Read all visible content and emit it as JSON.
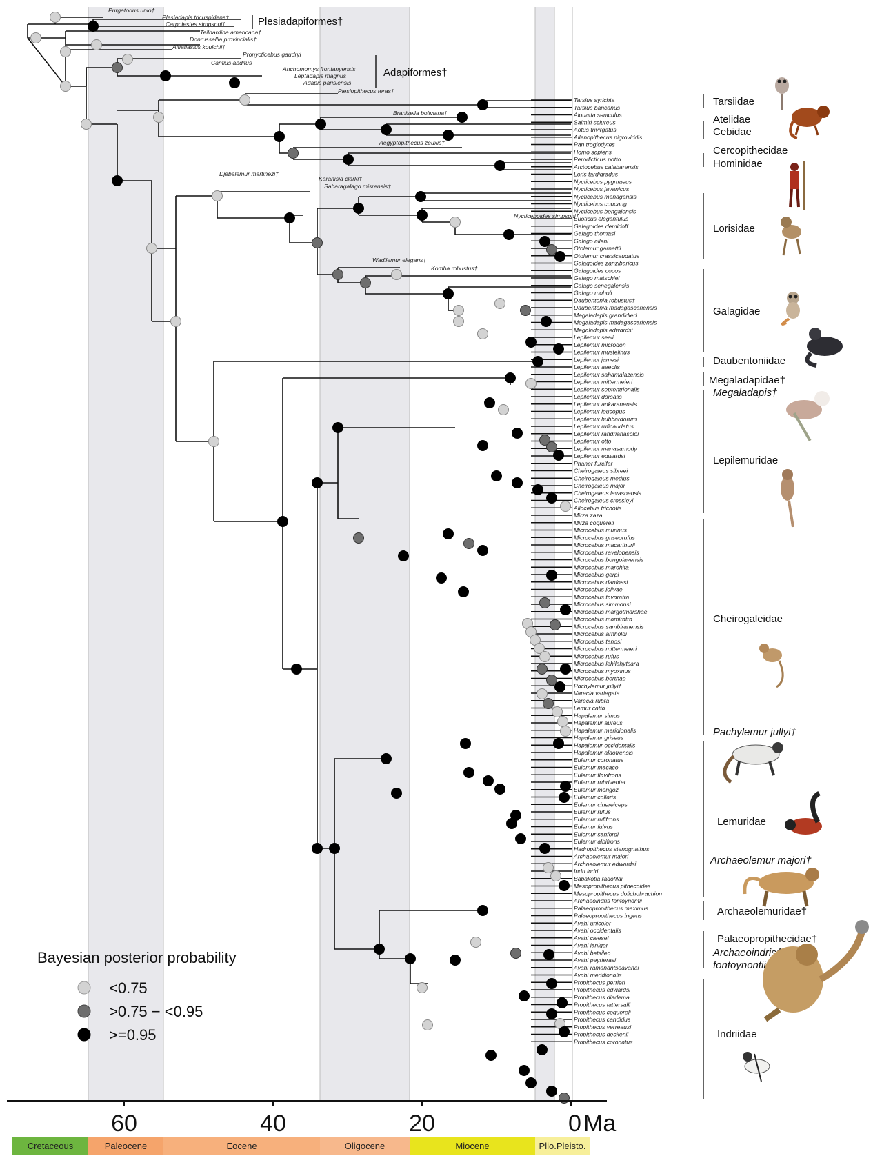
{
  "legend": {
    "title": "Bayesian posterior probability",
    "items": [
      {
        "label": "<0.75",
        "color": "#d3d3d3"
      },
      {
        "label": ">0.75 − <0.95",
        "color": "#6e6e6e"
      },
      {
        "label": ">=0.95",
        "color": "#000000"
      }
    ]
  },
  "axis": {
    "ticks": [
      "60",
      "40",
      "20",
      "0"
    ],
    "unit": "Ma"
  },
  "epochs": [
    {
      "name": "Cretaceous",
      "color": "#6db53f"
    },
    {
      "name": "Paleocene",
      "color": "#f5a46b"
    },
    {
      "name": "Eocene",
      "color": "#f7b07c"
    },
    {
      "name": "Oligocene",
      "color": "#f7b88c"
    },
    {
      "name": "Miocene",
      "color": "#e8e41d"
    },
    {
      "name": "Plio.Pleisto.",
      "color": "#f7ef9a"
    }
  ],
  "groups": [
    {
      "label": "Plesiadapiformes†"
    },
    {
      "label": "Adapiformes†"
    }
  ],
  "families": [
    {
      "label": "Tarsiidae",
      "italic": false
    },
    {
      "label": "Atelidae",
      "italic": false
    },
    {
      "label": "Cebidae",
      "italic": false
    },
    {
      "label": "Cercopithecidae",
      "italic": false
    },
    {
      "label": "Hominidae",
      "italic": false
    },
    {
      "label": "Lorisidae",
      "italic": false
    },
    {
      "label": "Galagidae",
      "italic": false
    },
    {
      "label": "Daubentoniidae",
      "italic": false
    },
    {
      "label": "Megaladapidae†",
      "italic": false
    },
    {
      "label": "Megaladapis†",
      "italic": true
    },
    {
      "label": "Lepilemuridae",
      "italic": false
    },
    {
      "label": "Cheirogaleidae",
      "italic": false
    },
    {
      "label": "Pachylemur jullyi†",
      "italic": true
    },
    {
      "label": "Lemuridae",
      "italic": false
    },
    {
      "label": "Archaeolemur majori†",
      "italic": true
    },
    {
      "label": "Archaeolemuridae†",
      "italic": false
    },
    {
      "label": "Palaeopropithecidae†",
      "italic": false
    },
    {
      "label": "Archaeoindris†",
      "italic": true
    },
    {
      "label": "fontoynontii",
      "italic": true
    },
    {
      "label": "Indriidae",
      "italic": false
    }
  ],
  "fossils": [
    "Purgatorius unio†",
    "Plesiadapis tricuspidens†",
    "Carpolestes simpsoni†",
    "Teilhardina americana†",
    "Donrussellia provincialis†",
    "Altiatlasius koulchii†",
    "Pronycticebus gaudryi",
    "Cantius abditus",
    "Anchomomys frontanyensis",
    "Leptadapis magnus",
    "Adapis parisiensis",
    "Plesiopithecus teras†",
    "Branisella boliviana†",
    "Aegyptopithecus zeuxis†",
    "Djebelemur martinezi†",
    "Karanisia clarki†",
    "Saharagalago misrensis†",
    "Nycticeboides simpsoni†",
    "Wadilemur elegans†",
    "Komba robustus†"
  ],
  "taxa": [
    "Tarsius syrichta",
    "Tarsius bancanus",
    "Alouatta seniculus",
    "Saimiri sciureus",
    "Aotus trivirgatus",
    "Allenopithecus nigroviridis",
    "Pan troglodytes",
    "Homo sapiens",
    "Perodicticus potto",
    "Arctocebus calabarensis",
    "Loris tardigradus",
    "Nycticebus pygmaeus",
    "Nycticebus javanicus",
    "Nycticebus menagensis",
    "Nycticebus coucang",
    "Nycticebus bengalensis",
    "Euoticus elegantulus",
    "Galagoides demidoff",
    "Galago thomasi",
    "Galago alleni",
    "Otolemur garnettii",
    "Otolemur crassicaudatus",
    "Galagoides zanzibaricus",
    "Galagoides cocos",
    "Galago matschiei",
    "Galago senegalensis",
    "Galago moholi",
    "Daubentonia robustus†",
    "Daubentonia madagascariensis",
    "Megaladapis grandidieri",
    "Megaladapis madagascariensis",
    "Megaladapis edwardsi",
    "Lepilemur seali",
    "Lepilemur microdon",
    "Lepilemur mustelinus",
    "Lepilemur jamesi",
    "Lepilemur aeeclis",
    "Lepilemur sahamalazensis",
    "Lepilemur mittermeieri",
    "Lepilemur septentrionalis",
    "Lepilemur dorsalis",
    "Lepilemur ankaranensis",
    "Lepilemur leucopus",
    "Lepilemur hubbardorum",
    "Lepilemur ruficaudatus",
    "Lepilemur randrianasoloi",
    "Lepilemur otto",
    "Lepilemur manasamody",
    "Lepilemur edwardsi",
    "Phaner furcifer",
    "Cheirogaleus sibreei",
    "Cheirogaleus medius",
    "Cheirogaleus major",
    "Cheirogaleus lavasoensis",
    "Cheirogaleus crossleyi",
    "Allocebus trichotis",
    "Mirza zaza",
    "Mirza coquereli",
    "Microcebus murinus",
    "Microcebus griseorufus",
    "Microcebus macarthurii",
    "Microcebus ravelobensis",
    "Microcebus bongolavensis",
    "Microcebus marohita",
    "Microcebus gerpi",
    "Microcebus danfossi",
    "Microcebus jollyae",
    "Microcebus tavaratra",
    "Microcebus simmonsi",
    "Microcebus margotmarshae",
    "Microcebus mamiratra",
    "Microcebus sambiranensis",
    "Microcebus arnholdi",
    "Microcebus tanosi",
    "Microcebus mittermeieri",
    "Microcebus rufus",
    "Microcebus lehilahytsara",
    "Microcebus myoxinus",
    "Microcebus berthae",
    "Pachylemur jullyi†",
    "Varecia variegata",
    "Varecia rubra",
    "Lemur catta",
    "Hapalemur simus",
    "Hapalemur aureus",
    "Hapalemur meridionalis",
    "Hapalemur griseus",
    "Hapalemur occidentalis",
    "Hapalemur alaotrensis",
    "Eulemur coronatus",
    "Eulemur macaco",
    "Eulemur flavifrons",
    "Eulemur rubriventer",
    "Eulemur mongoz",
    "Eulemur collaris",
    "Eulemur cinereiceps",
    "Eulemur rufus",
    "Eulemur rufifrons",
    "Eulemur fulvus",
    "Eulemur sanfordi",
    "Eulemur albifrons",
    "Hadropithecus stenognathus",
    "Archaeolemur majori",
    "Archaeolemur edwardsi",
    "Indri indri",
    "Babakotia radofilai",
    "Mesopropithecus pithecoides",
    "Mesopropithecus dolichobrachion",
    "Archaeoindris fontoynontii",
    "Palaeopropithecus maximus",
    "Palaeopropithecus ingens",
    "Avahi unicolor",
    "Avahi occidentalis",
    "Avahi cleesei",
    "Avahi laniger",
    "Avahi betsileo",
    "Avahi peyrierasi",
    "Avahi ramanantsoavanai",
    "Avahi meridionalis",
    "Propithecus perrieri",
    "Propithecus edwardsi",
    "Propithecus diadema",
    "Propithecus tattersalli",
    "Propithecus coquereli",
    "Propithecus candidus",
    "Propithecus verreauxi",
    "Propithecus deckenii",
    "Propithecus coronatus"
  ]
}
